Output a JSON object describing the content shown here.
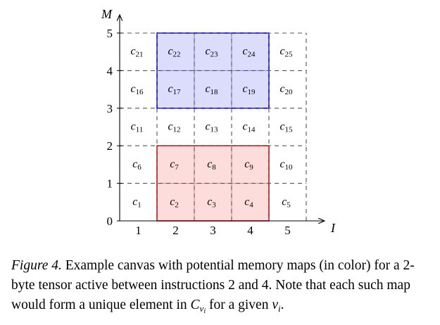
{
  "figure": {
    "axes": {
      "x_label": "I",
      "y_label": "M",
      "x_ticks": [
        "1",
        "2",
        "3",
        "4",
        "5"
      ],
      "y_ticks": [
        "0",
        "1",
        "2",
        "3",
        "4",
        "5"
      ]
    },
    "grid": {
      "cols": 5,
      "rows": 5,
      "style": "dashed"
    },
    "cells": [
      {
        "id": "c1",
        "col": 1,
        "row": 1
      },
      {
        "id": "c2",
        "col": 2,
        "row": 1
      },
      {
        "id": "c3",
        "col": 3,
        "row": 1
      },
      {
        "id": "c4",
        "col": 4,
        "row": 1
      },
      {
        "id": "c5",
        "col": 5,
        "row": 1
      },
      {
        "id": "c6",
        "col": 1,
        "row": 2
      },
      {
        "id": "c7",
        "col": 2,
        "row": 2
      },
      {
        "id": "c8",
        "col": 3,
        "row": 2
      },
      {
        "id": "c9",
        "col": 4,
        "row": 2
      },
      {
        "id": "c10",
        "col": 5,
        "row": 2
      },
      {
        "id": "c11",
        "col": 1,
        "row": 3
      },
      {
        "id": "c12",
        "col": 2,
        "row": 3
      },
      {
        "id": "c13",
        "col": 3,
        "row": 3
      },
      {
        "id": "c14",
        "col": 4,
        "row": 3
      },
      {
        "id": "c15",
        "col": 5,
        "row": 3
      },
      {
        "id": "c16",
        "col": 1,
        "row": 4
      },
      {
        "id": "c17",
        "col": 2,
        "row": 4
      },
      {
        "id": "c18",
        "col": 3,
        "row": 4
      },
      {
        "id": "c19",
        "col": 4,
        "row": 4
      },
      {
        "id": "c20",
        "col": 5,
        "row": 4
      },
      {
        "id": "c21",
        "col": 1,
        "row": 5
      },
      {
        "id": "c22",
        "col": 2,
        "row": 5
      },
      {
        "id": "c23",
        "col": 3,
        "row": 5
      },
      {
        "id": "c24",
        "col": 4,
        "row": 5
      },
      {
        "id": "c25",
        "col": 5,
        "row": 5
      }
    ],
    "memory_maps": [
      {
        "col_start": 2,
        "col_end": 4,
        "row_start": 1,
        "row_end": 2,
        "fill": "#fddcdc",
        "stroke": "#e00000",
        "inner": "#f08080"
      },
      {
        "col_start": 2,
        "col_end": 4,
        "row_start": 4,
        "row_end": 5,
        "fill": "#dcdcfc",
        "stroke": "#0000dd",
        "inner": "#8080f0"
      }
    ]
  },
  "caption": {
    "label": "Figure 4.",
    "part1": " Example canvas with potential memory maps (in color) for a 2-byte tensor active between instructions 2 and 4. Note that each such map would form a unique element in ",
    "C_var": "C",
    "C_sub": "v",
    "C_sub2": "i",
    "part2": " for a given ",
    "v_var": "v",
    "v_sub": "i",
    "part3": "."
  }
}
